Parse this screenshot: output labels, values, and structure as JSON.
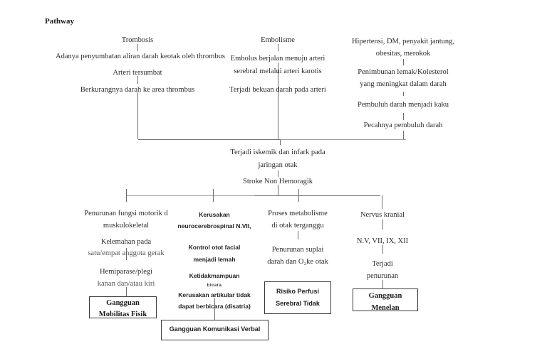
{
  "page_title": "Pathway",
  "columns": {
    "trombosis": {
      "title": "Trombosis",
      "step1": "Adanya penyumbatan aliran darah keotak oleh thrombus",
      "step2": "Arteri tersumbat",
      "step3": "Berkurangnya darah ke area thrombus"
    },
    "embolisme": {
      "title": "Embolisme",
      "step1a": "Embolus berjalan menuju arteri",
      "step1b": "serebral melalui arteri karotis",
      "step2": "Terjadi bekuan darah pada arteri"
    },
    "risk_factors": {
      "line1": "Hipertensi, DM, penyakit jantung,",
      "line2": "obesitas, merokok",
      "step1a": "Penimbunan lemak/Kolesterol",
      "step1b": "yang meningkat dalam darah",
      "step2": "Pembuluh darah menjadi kaku",
      "step3": "Pecahnya pembuluh darah"
    }
  },
  "center": {
    "iskemik1": "Terjadi iskemik dan infark pada",
    "iskemik2": "jaringan otak",
    "stroke": "Stroke Non Hemoragik"
  },
  "branches": {
    "motorik": {
      "l1": "Penurunan fungsi motorik d",
      "l2": "muskulokeletal",
      "l3": "Kelemahan pada",
      "l4": "satu/empat anggota gerak",
      "l5": "Hemiparase/plegi",
      "l6": "kanan dan/atau kiri",
      "box1": "Gangguan",
      "box2": "Mobilitas Fisik"
    },
    "neuro": {
      "l1": "Kerusakan",
      "l2": "neurocerebrospinal N.VII,",
      "l3": "Kontrol otot facial",
      "l4": "menjadi lemah",
      "l5": "Ketidakmampuan",
      "l6": "bicara",
      "l7": "Kerusakan artikular tidak",
      "l8": "dapat berbicara (disatria)",
      "box": "Gangguan Komunikasi Verbal"
    },
    "metabolisme": {
      "l1": "Proses metabolisme",
      "l2": "di otak terganggu",
      "l3": "Penurunan suplai",
      "l4": "darah dan O₂ke otak",
      "box1": "Risiko Perfusi",
      "box2": "Serebral Tidak"
    },
    "nervus": {
      "l1": "Nervus kranial",
      "l2": "N.V, VII, IX, XII",
      "l3": "Terjadi",
      "l4": "penurunan",
      "box1": "Gangguan",
      "box2": "Menelan"
    }
  }
}
